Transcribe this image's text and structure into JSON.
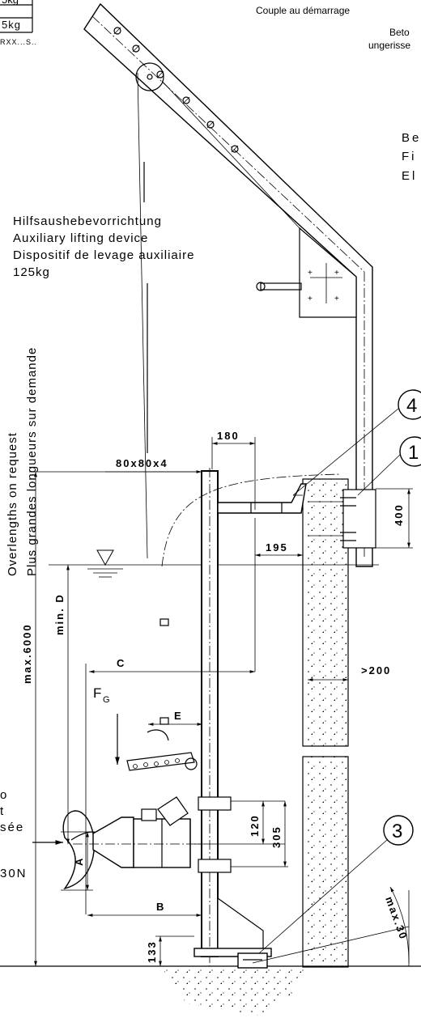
{
  "top_left": {
    "weight_row_1": "5kg",
    "weight_row_2": "5kg",
    "model_code": "RXX...S.."
  },
  "top_right": {
    "starting_torque_fr": "Couple au démarrage",
    "concrete_de": "Beto",
    "unplastered_de": "ungerisse"
  },
  "right_text": {
    "line1": "Be",
    "line2": "Fi",
    "line3": "El"
  },
  "auxiliary_device": {
    "de": "Hilfsaushebevorrichtung",
    "en": "Auxiliary lifting device",
    "fr": "Dispositif de levage auxiliaire",
    "weight": "125kg"
  },
  "vertical_note": {
    "fr": "Plus grandes longueurs sur demande",
    "en": "Overlengths on request"
  },
  "left_partial": {
    "line1": "o",
    "line2": "t",
    "line3": "sée",
    "force": "30N"
  },
  "dimensions": {
    "d180": "180",
    "profile": "80x80x4",
    "d195": "195",
    "d400": "400",
    "max6000": "max.6000",
    "min_d": "min. D",
    "c": "C",
    "e": "E",
    "fg": "F",
    "fg_sub": "G",
    "a": "A",
    "b": "B",
    "d120": "120",
    "d305": "305",
    "d133": "133",
    "gt200": ">200",
    "max30": "max.30"
  },
  "callouts": {
    "c4": "4",
    "c1": "1",
    "c3": "3"
  }
}
